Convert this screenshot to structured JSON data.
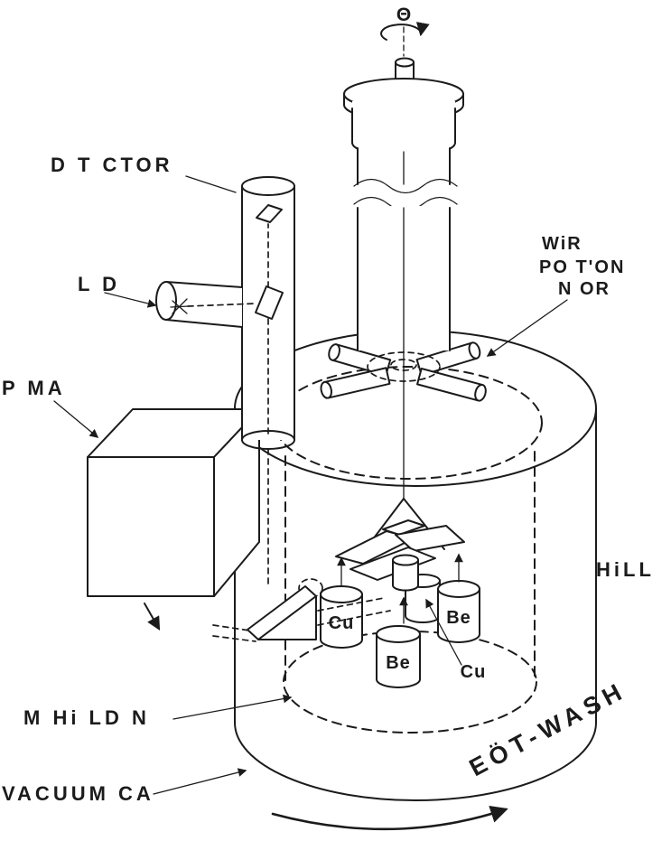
{
  "labels": {
    "theta": "Θ",
    "detector": "D T CTOR",
    "led": "L D",
    "pm": "P  MA",
    "wire_monitor": [
      "WiR",
      "PO  T'ON",
      "N OR"
    ],
    "hill": "HiLL",
    "shielding": "M  Hi LD N",
    "vacuum_can": "VACUUM CA",
    "group_name": "EÖT-WASH",
    "mass_cu": "Cu",
    "mass_be": "Be"
  },
  "colors": {
    "ink": "#1b1b1b",
    "paper": "#ffffff"
  }
}
